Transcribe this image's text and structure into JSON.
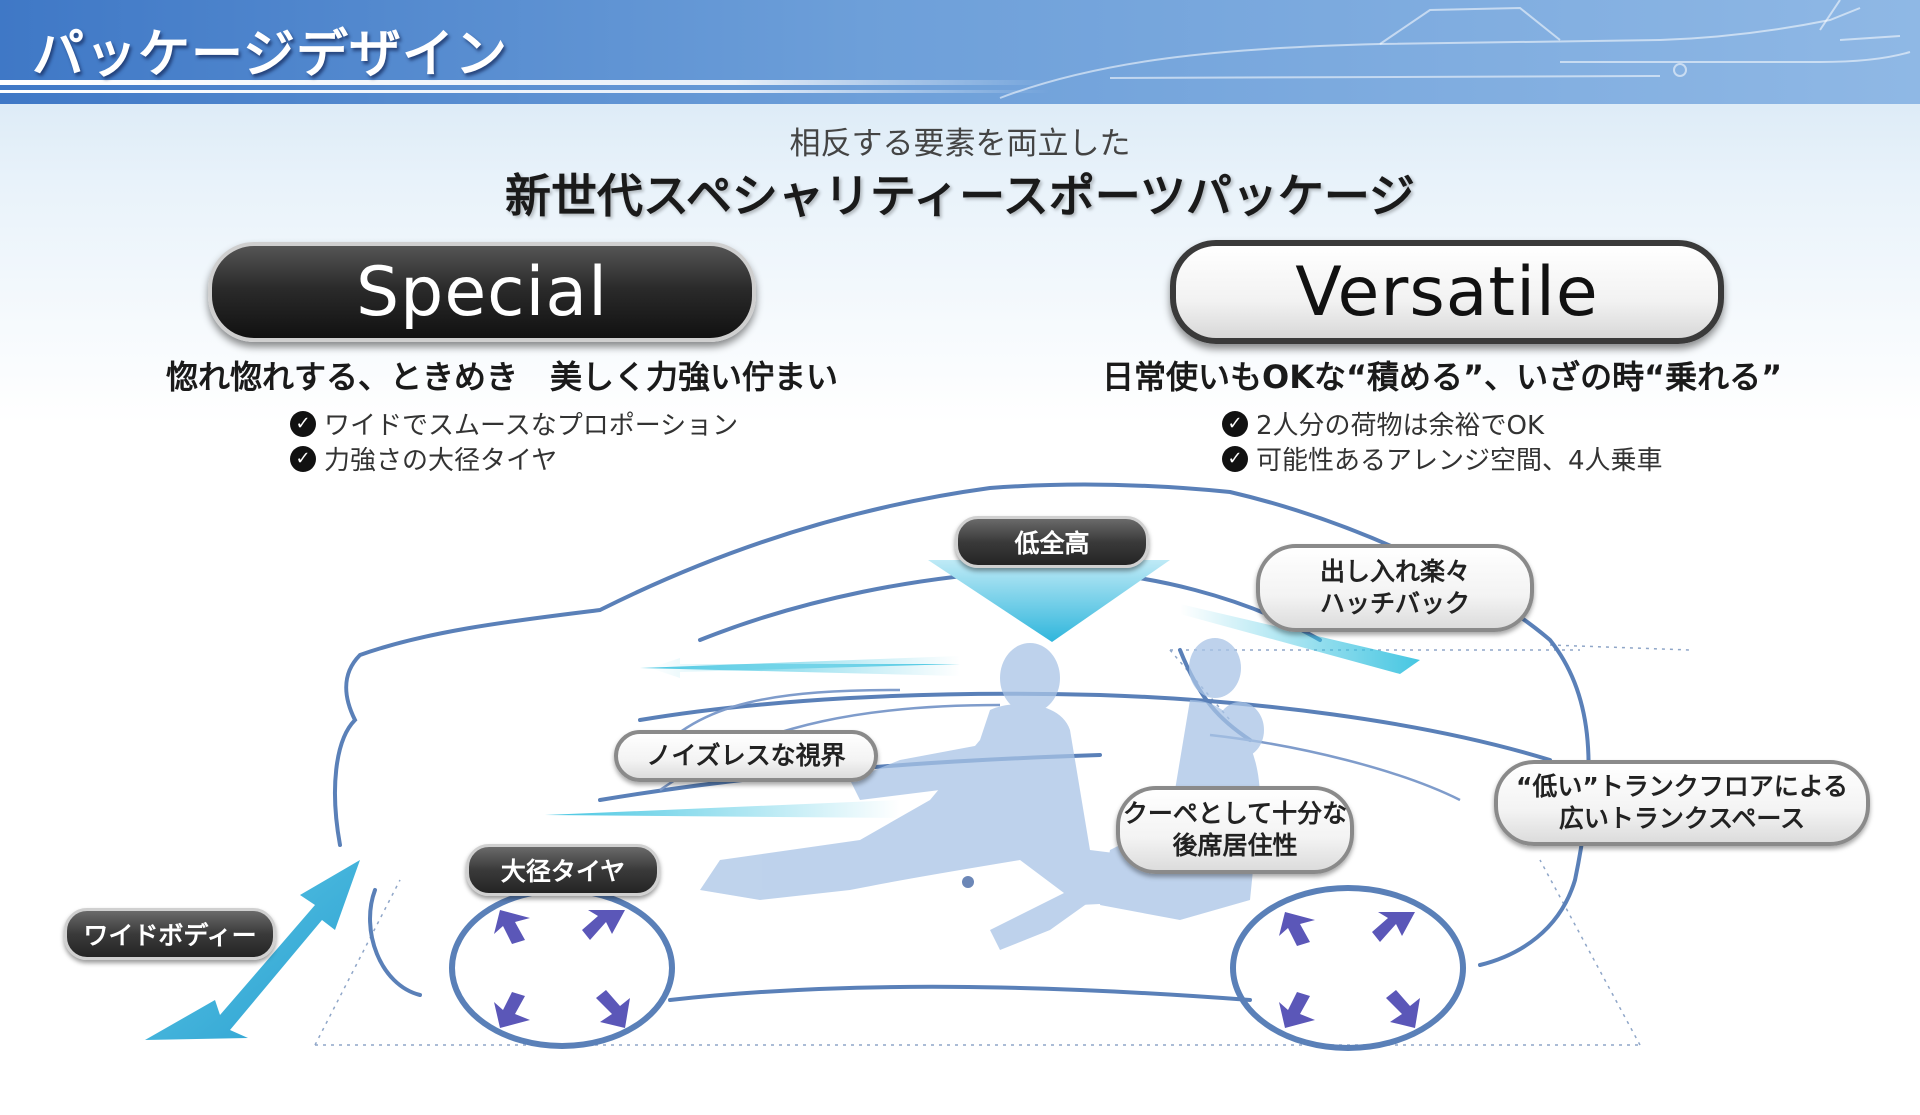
{
  "header": {
    "title": "パッケージデザイン"
  },
  "intro": {
    "subtitle": "相反する要素を両立した",
    "title": "新世代スペシャリティースポーツパッケージ"
  },
  "special": {
    "label": "Special",
    "heading": "惚れ惚れする、ときめき　美しく力強い佇まい",
    "points": [
      "ワイドでスムースなプロポーション",
      "力強さの大径タイヤ"
    ]
  },
  "versatile": {
    "label": "Versatile",
    "heading": "日常使いもOKな“積める”、いざの時“乗れる”",
    "points": [
      "2人分の荷物は余裕でOK",
      "可能性あるアレンジ空間、4人乗車"
    ]
  },
  "diagram": {
    "low_height": "低全高",
    "hatch": [
      "出し入れ楽々",
      "ハッチバック"
    ],
    "view": "ノイズレスな視界",
    "rear_seat": [
      "クーペとして十分な",
      "後席居住性"
    ],
    "trunk": [
      "“低い”トランクフロアによる",
      "広いトランクスペース"
    ],
    "tire": "大径タイヤ",
    "wide_body": "ワイドボディー"
  },
  "colors": {
    "header_blue": "#3f78c6",
    "arrow_cyan": "#3cc3e0",
    "car_line": "#5a80b8",
    "wheel_arrow": "#5b57b8"
  }
}
